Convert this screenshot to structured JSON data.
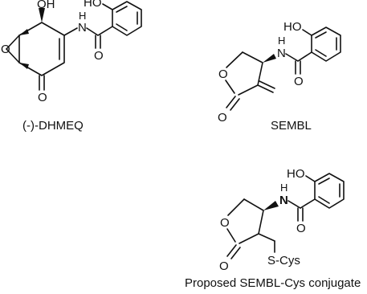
{
  "atoms": {
    "oh": "OH",
    "ho": "HO",
    "h": "H",
    "n": "N",
    "o": "O",
    "s_cys": "S-Cys"
  },
  "captions": {
    "dhmeq": "(-)-DHMEQ",
    "sembl": "SEMBL",
    "conjugate": "Proposed  SEMBL-Cys conjugate"
  }
}
